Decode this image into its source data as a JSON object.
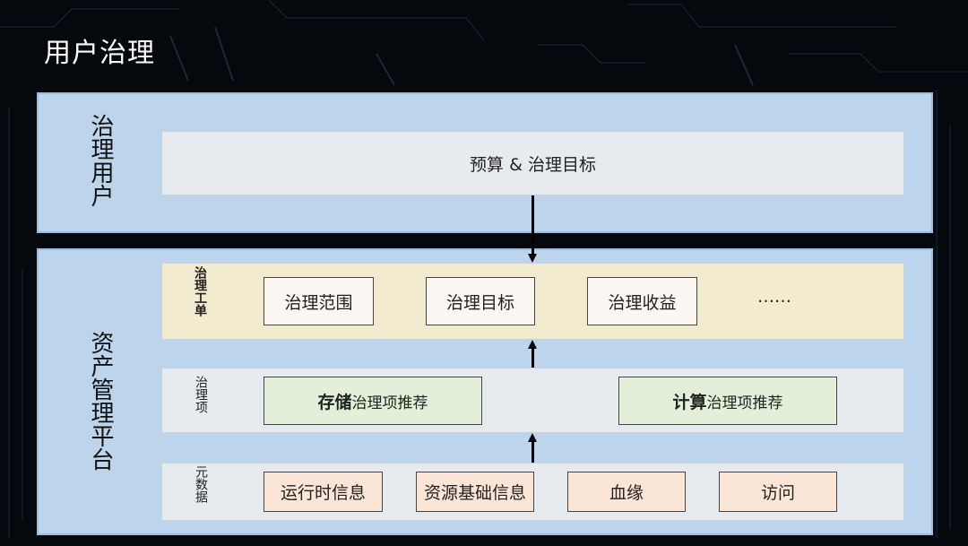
{
  "page": {
    "title": "用户治理"
  },
  "sections": {
    "top_label": "治理用户",
    "bottom_label": "资产管理平台"
  },
  "budget": {
    "label": "预算 & 治理目标"
  },
  "ticket": {
    "label": "治理工单",
    "items": [
      "治理范围",
      "治理目标",
      "治理收益"
    ],
    "more": "……"
  },
  "governance_items": {
    "label": "治理项",
    "storage": {
      "bold": "存储",
      "rest": "治理项推荐"
    },
    "compute": {
      "bold": "计算",
      "rest": "治理项推荐"
    }
  },
  "metadata": {
    "label": "元数据",
    "items": [
      "运行时信息",
      "资源基础信息",
      "血缘",
      "访问"
    ]
  },
  "colors": {
    "panel": "#bcd5ed",
    "ticket_row": "#f2ebcf",
    "green_box": "#e2f0d9",
    "peach_box": "#fbe5d6"
  }
}
